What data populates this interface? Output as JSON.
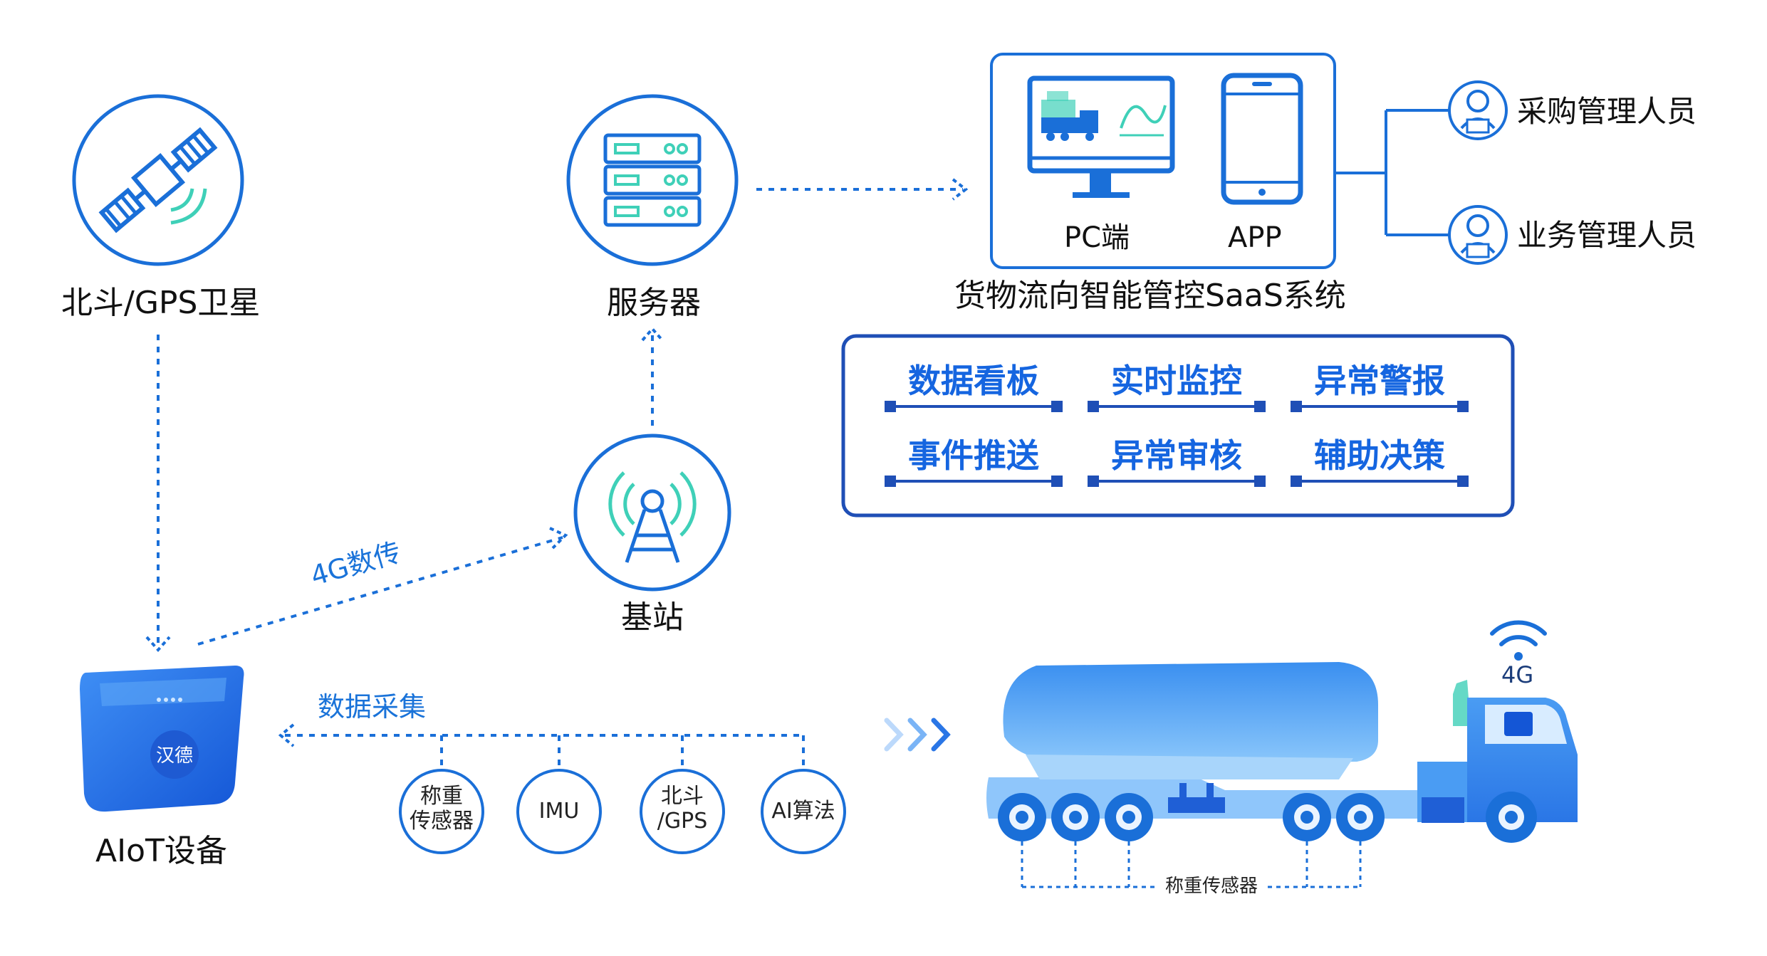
{
  "colors": {
    "primary_blue": "#1a6fd8",
    "dark_blue": "#1f4fb6",
    "light_blue": "#5fb2f6",
    "teal": "#3fd0b8"
  },
  "nodes": {
    "satellite": {
      "label": "北斗/GPS卫星",
      "icon": "satellite-icon"
    },
    "server": {
      "label": "服务器",
      "icon": "server-icon"
    },
    "base_station": {
      "label": "基站",
      "icon": "tower-icon"
    },
    "aiot_device": {
      "label": "AIoT设备",
      "icon": "device-icon",
      "brand_text": "汉德"
    }
  },
  "links": {
    "cellular": "4G数传",
    "data_collection": "数据采集"
  },
  "saas": {
    "title": "货物流向智能管控SaaS系统",
    "pc_label": "PC端",
    "app_label": "APP"
  },
  "roles": [
    {
      "label": "采购管理人员",
      "icon": "user-icon"
    },
    {
      "label": "业务管理人员",
      "icon": "user-icon"
    }
  ],
  "features": [
    "数据看板",
    "实时监控",
    "异常警报",
    "事件推送",
    "异常审核",
    "辅助决策"
  ],
  "sources": [
    {
      "line1": "称重",
      "line2": "传感器"
    },
    {
      "line1": "IMU",
      "line2": ""
    },
    {
      "line1": "北斗",
      "line2": "/GPS"
    },
    {
      "line1": "AI算法",
      "line2": ""
    }
  ],
  "truck": {
    "signal_label": "4G",
    "sensor_label": "称重传感器"
  }
}
